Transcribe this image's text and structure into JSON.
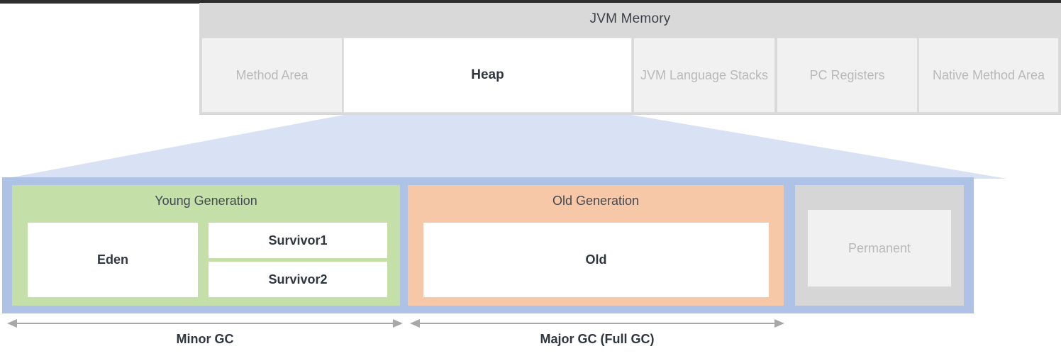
{
  "diagram": {
    "jvm_memory": {
      "title": "JVM Memory",
      "regions": [
        {
          "label": "Method Area",
          "highlighted": false
        },
        {
          "label": "Heap",
          "highlighted": true
        },
        {
          "label": "JVM Language Stacks",
          "highlighted": false
        },
        {
          "label": "PC Registers",
          "highlighted": false
        },
        {
          "label": "Native Method Area",
          "highlighted": false
        }
      ]
    },
    "heap_detail": {
      "young_generation": {
        "title": "Young Generation",
        "spaces": [
          {
            "label": "Eden"
          },
          {
            "label": "Survivor1"
          },
          {
            "label": "Survivor2"
          }
        ]
      },
      "old_generation": {
        "title": "Old Generation",
        "spaces": [
          {
            "label": "Old"
          }
        ]
      },
      "permanent": {
        "label": "Permanent"
      }
    },
    "gc_ranges": [
      {
        "label": "Minor GC"
      },
      {
        "label": "Major GC (Full GC)"
      }
    ]
  },
  "colors": {
    "panel_header_grey": "#d9d9d9",
    "muted_text": "#b9b9bb",
    "dark_text": "#2f3640",
    "heap_panel_blue": "#aec2e6",
    "funnel_blue": "#d8e2f4",
    "young_green": "#c5dfa9",
    "old_orange": "#f6c8a8",
    "permanent_grey": "#d6d6d6",
    "arrow_grey": "#a8a8a8"
  }
}
